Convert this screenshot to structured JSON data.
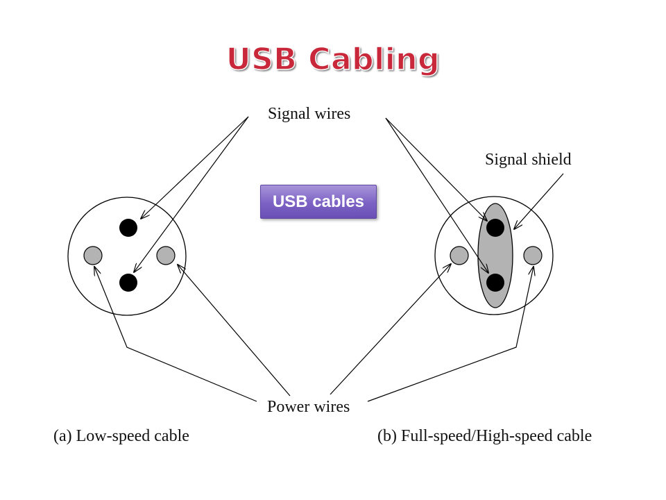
{
  "title": "USB Cabling",
  "badge": {
    "label": "USB cables"
  },
  "labels": {
    "signal_wires": "Signal wires",
    "signal_shield": "Signal shield",
    "power_wires": "Power wires",
    "cable_a": "(a) Low-speed cable",
    "cable_b": "(b) Full-speed/High-speed cable"
  },
  "colors": {
    "title": "#c8283a",
    "badge": "#7b62c4",
    "signal_wire": "#000000",
    "power_wire": "#b3b3b3",
    "shield": "#b3b3b3"
  }
}
